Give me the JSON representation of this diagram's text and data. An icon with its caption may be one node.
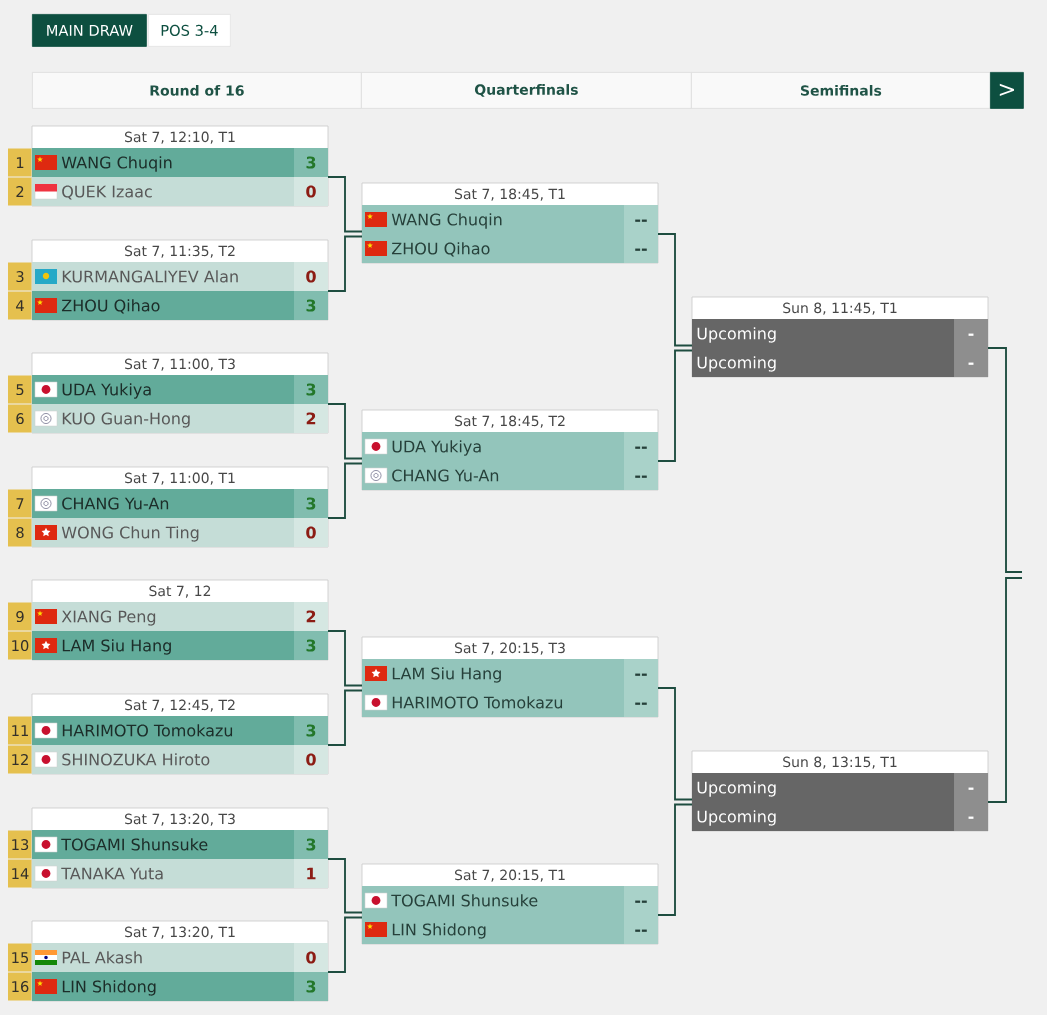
{
  "diagram": {
    "nodes": [
      {
        "text": [
          "Sat 7, 12:10, T1"
        ]
      },
      {
        "text": [
          "WANG Chuqin",
          "3"
        ],
        "in": 0,
        "beside": [
          "1"
        ]
      },
      {
        "text": [
          "QUEK Izaac",
          "0"
        ],
        "in": 0,
        "beside": [
          "2"
        ]
      },
      {
        "text": [
          "Sat 7, 11:35, T2"
        ]
      },
      {
        "text": [
          "KURMANGALIYEV Alan",
          "0"
        ],
        "in": 3,
        "beside": [
          "3"
        ]
      },
      {
        "text": [
          "ZHOU Qihao",
          "3"
        ],
        "in": 3,
        "beside": [
          "4"
        ]
      },
      {
        "text": [
          "Sat 7, 11:00, T3"
        ]
      },
      {
        "text": [
          "UDA Yukiya",
          "3"
        ],
        "in": 6,
        "beside": [
          "5"
        ]
      },
      {
        "text": [
          "KUO Guan-Hong",
          "2"
        ],
        "in": 6,
        "beside": [
          "6"
        ]
      },
      {
        "text": [
          "Sat 7, 11:00, T1"
        ]
      },
      {
        "text": [
          "CHANG Yu-An",
          "3"
        ],
        "in": 9,
        "beside": [
          "7"
        ]
      },
      {
        "text": [
          "WONG Chun Ting",
          "0"
        ],
        "in": 9,
        "beside": [
          "8"
        ]
      },
      {
        "text": [
          "Sat 7, 12"
        ]
      },
      {
        "text": [
          "XIANG Peng",
          "2"
        ],
        "in": 12,
        "beside": [
          "9"
        ]
      },
      {
        "text": [
          "LAM Siu Hang",
          "3"
        ],
        "in": 12,
        "beside": [
          "10"
        ]
      },
      {
        "text": [
          "Sat 7, 12:45, T2"
        ]
      },
      {
        "text": [
          "HARIMOTO Tomokazu",
          "3"
        ],
        "in": 15,
        "beside": [
          "11"
        ]
      },
      {
        "text": [
          "SHINOZUKA Hiroto",
          "0"
        ],
        "in": 15,
        "beside": [
          "12"
        ]
      },
      {
        "text": [
          "Sat 7, 13:20, T3"
        ]
      },
      {
        "text": [
          "TOGAMI Shunsuke",
          "3"
        ],
        "in": 18,
        "beside": [
          "13"
        ]
      },
      {
        "text": [
          "TANAKA Yuta",
          "1"
        ],
        "in": 18,
        "beside": [
          "14"
        ]
      },
      {
        "text": [
          "Sat 7, 13:20, T1"
        ]
      },
      {
        "text": [
          "PAL Akash",
          "0"
        ],
        "in": 21,
        "beside": [
          "15"
        ]
      },
      {
        "text": [
          "LIN Shidong",
          "3"
        ],
        "in": 21,
        "beside": [
          "16"
        ]
      },
      {
        "text": [
          "Sat 7, 18:45, T1"
        ]
      },
      {
        "text": [
          "WANG Chuqin",
          "--"
        ],
        "in": 24
      },
      {
        "text": [
          "ZHOU Qihao",
          "--"
        ],
        "in": 24
      },
      {
        "text": [
          "Sat 7, 18:45, T2"
        ]
      },
      {
        "text": [
          "UDA Yukiya",
          "--"
        ],
        "in": 27
      },
      {
        "text": [
          "CHANG Yu-An",
          "--"
        ],
        "in": 27
      },
      {
        "text": [
          "Sat 7, 20:15, T3"
        ]
      },
      {
        "text": [
          "LAM Siu Hang",
          "--"
        ],
        "in": 30
      },
      {
        "text": [
          "HARIMOTO Tomokazu",
          "--"
        ],
        "in": 30
      },
      {
        "text": [
          "Sat 7, 20:15, T1"
        ]
      },
      {
        "text": [
          "TOGAMI Shunsuke",
          "--"
        ],
        "in": 33
      },
      {
        "text": [
          "LIN Shidong",
          "--"
        ],
        "in": 33
      },
      {
        "text": [
          "Sun 8, 11:45, T1"
        ]
      },
      {
        "text": [
          "Upcoming",
          "-"
        ],
        "in": 36
      },
      {
        "text": [
          "Upcoming",
          "-"
        ],
        "in": 36
      },
      {
        "text": [
          "Sun 8, 13:15, T1"
        ]
      },
      {
        "text": [
          "Upcoming",
          "-"
        ],
        "in": 39
      },
      {
        "text": [
          "Upcoming",
          "-"
        ],
        "in": 39
      }
    ],
    "edges": [
      {
        "from": 0,
        "to": 24,
        "arrow": "none"
      },
      {
        "from": 3,
        "to": 24,
        "arrow": "none"
      },
      {
        "from": 6,
        "to": 27,
        "arrow": "none"
      },
      {
        "from": 9,
        "to": 27,
        "arrow": "none"
      },
      {
        "from": 12,
        "to": 30,
        "arrow": "none"
      },
      {
        "from": 15,
        "to": 30,
        "arrow": "none"
      },
      {
        "from": 18,
        "to": 33,
        "arrow": "none"
      },
      {
        "from": 21,
        "to": 33,
        "arrow": "none"
      },
      {
        "from": 24,
        "to": 36,
        "arrow": "none"
      },
      {
        "from": 27,
        "to": 36,
        "arrow": "none"
      },
      {
        "from": 30,
        "to": 39,
        "arrow": "none"
      },
      {
        "from": 33,
        "to": 39,
        "arrow": "none"
      },
      {
        "from": 36,
        "to": null,
        "arrow": "none"
      },
      {
        "from": 39,
        "to": null,
        "arrow": "none"
      }
    ],
    "labels": [
      "MAIN DRAW",
      "POS 3-4",
      "Round of 16",
      "Quarterfinals",
      "Semifinals",
      ">"
    ]
  }
}
